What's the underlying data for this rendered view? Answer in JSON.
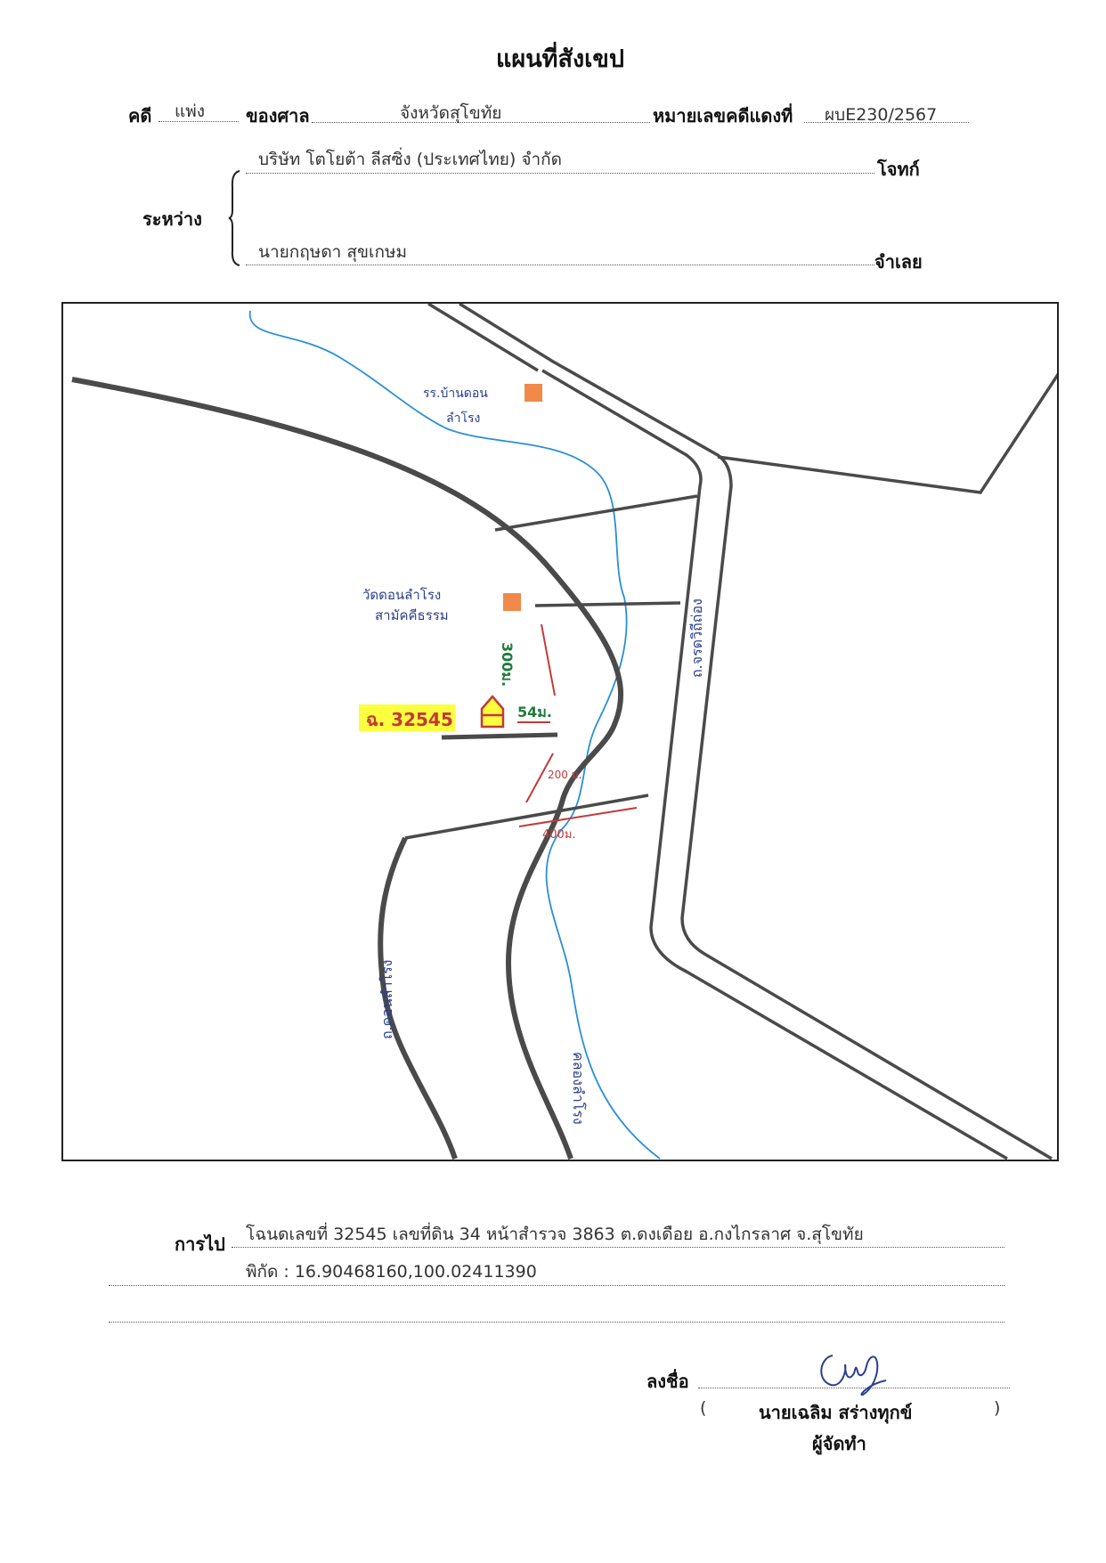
{
  "header": {
    "title": "แผนที่สังเขป",
    "case_label": "คดี",
    "case_type": "แพ่ง",
    "court_label": "ของศาล",
    "court_name": "จังหวัดสุโขทัย",
    "red_case_label": "หมายเลขคดีแดงที่",
    "red_case_number": "ผบE230/2567"
  },
  "parties": {
    "between_label": "ระหว่าง",
    "plaintiff_name": "บริษัท โตโยต้า ลีสซิ่ง (ประเทศไทย) จำกัด",
    "plaintiff_role": "โจทก์",
    "defendant_name": "นายกฤษดา สุขเกษม",
    "defendant_role": "จำเลย"
  },
  "map": {
    "school_label_line1": "รร.บ้านดอน",
    "school_label_line2": "ลำโรง",
    "temple_label_line1": "วัดดอนลำโรง",
    "temple_label_line2": "สามัคคีธรรม",
    "parcel_label": "ฉ. 32545",
    "dist_300": "300ม.",
    "dist_54": "54ม.",
    "dist_200": "200 ม.",
    "dist_400": "400ม.",
    "road_main": "ถ.จรดวิถีถ่อง",
    "road_local": "ถ.ดอนลำโรง",
    "canal": "คลองลำโรง",
    "colors": {
      "road": "#4a4a4a",
      "canal": "#2a8fd6",
      "landmark": "#f0894a",
      "distance": "#c23a3a",
      "distance_green": "#1e7a3a",
      "highlight": "#fbff3d",
      "handwriting": "#2b3f8c"
    }
  },
  "directions": {
    "label": "การไป",
    "line1": "โฉนดเลขที่ 32545 เลขที่ดิน 34 หน้าสำรวจ 3863 ต.ดงเดือย อ.กงไกรลาศ จ.สุโขทัย",
    "line2": "พิกัด : 16.90468160,100.02411390"
  },
  "signature": {
    "sign_label": "ลงชื่อ",
    "paren_open": "(",
    "name": "นายเฉลิม สร่างทุกข์",
    "paren_close": ")",
    "role": "ผู้จัดทำ"
  }
}
